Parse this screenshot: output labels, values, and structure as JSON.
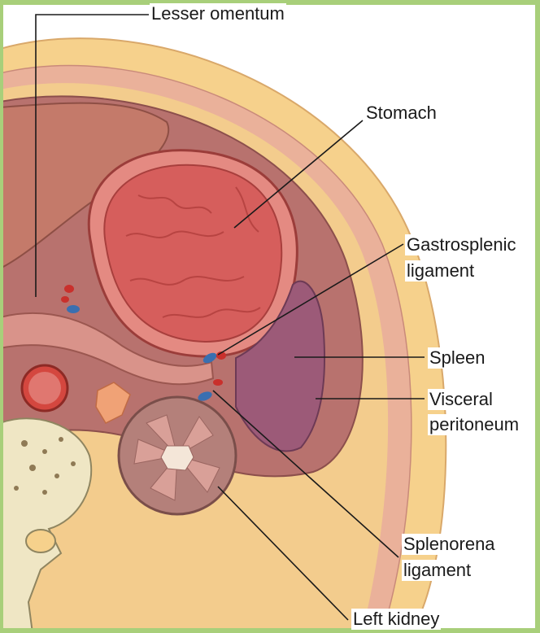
{
  "labels": {
    "lesser_omentum": "Lesser omentum",
    "stomach": "Stomach",
    "gastrosplenic_1": "Gastrosplenic",
    "gastrosplenic_2": "ligament",
    "spleen": "Spleen",
    "visceral_1": "Visceral",
    "visceral_2": "peritoneum",
    "splenorenal_1": "Splenorena",
    "splenorenal_2": "ligament",
    "left_kidney": "Left kidney"
  },
  "colors": {
    "frame_green": "#a8cf7a",
    "skin_yellow": "#f6d18c",
    "muscle_pink": "#eab19a",
    "cavity_rose": "#c98a82",
    "stomach_red": "#d85a5a",
    "liver_brown": "#c47a6a",
    "spleen_purple": "#9c5a78",
    "kidney_brown": "#b4807a",
    "bone_cream": "#efe6c4",
    "artery_red": "#c9302c",
    "vein_blue": "#3a6fb0",
    "leader_black": "#1a1a1a"
  }
}
